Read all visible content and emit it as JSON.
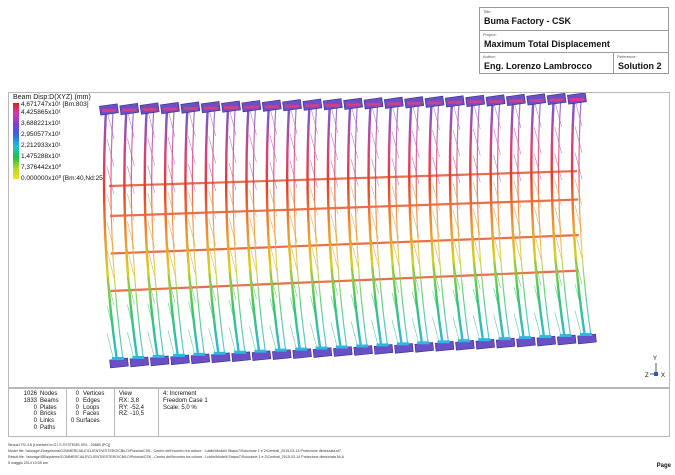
{
  "title_block": {
    "title_caption": "Title:",
    "title": "Buma Factory - CSK",
    "project_caption": "Project:",
    "project": "Maximum Total Displacement",
    "author_caption": "Author:",
    "author": "Eng. Lorenzo Lambrocco",
    "reference_caption": "Reference:",
    "reference": "Solution 2"
  },
  "legend": {
    "title": "Beam Disp:D(XYZ) (mm)",
    "labels": [
      "4,671747x10¹ [Bm:803]",
      "4,425865x10¹",
      "3,688221x10¹",
      "2,950577x10¹",
      "2,212933x10¹",
      "1,475288x10¹",
      "7,376442x10⁰",
      "0,000000x10⁰ [Bm:40,Nd:25]"
    ]
  },
  "axes": {
    "y": "Y",
    "z": "Z",
    "x": "X"
  },
  "stats": {
    "col1_values": [
      "1026",
      "1833",
      "0",
      "0",
      "0",
      "0"
    ],
    "col1_labels": [
      "Nodes",
      "Beams",
      "Plates",
      "Bricks",
      "Links",
      "Paths"
    ],
    "col2_values": [
      "0",
      "0",
      "0",
      "0"
    ],
    "col2_labels": [
      "Vertices",
      "Edges",
      "Loops",
      "Faces"
    ],
    "col2_extra": "0 Surfaces",
    "view_title": "View",
    "view_rows": [
      "RX:  3,8",
      "RY:  -52,4",
      "RZ:  -10,5"
    ],
    "info_rows": [
      "4: Increment",
      "Freedom Case 1",
      "Scale:  5,0 %"
    ]
  },
  "footer": {
    "line1": "Straus7 R2.4.6 [Licensed to:G.I.S SYSTEMS SRL - 03880 (PC)]",
    "line2": "Model file: \\\\storage\\1\\bayelsrna\\COMMERCIALE\\CLIENTI\\ESTERO\\CBILO\\Polonia\\CSK - Centro dell'incontro tra culture - Lublin\\Modelli Straus7\\Soluzione 1 e 2\\Centrali_2015-03-14 Protezione dimezzata.st7",
    "line3": "Result file: \\\\storage\\SB\\systems\\COMMERCIALE\\CLIENTI\\ESTERO\\CBILO\\Polonia\\CSK - Centro dell'incontro tra culture - Lublin\\Modelli Straus7\\Soluzione 1 e 2\\Centrali_2015-03-14 Protezione dimezzata.NLA",
    "line4": "5 maggio 2014   10:05 am",
    "page": "Page"
  }
}
